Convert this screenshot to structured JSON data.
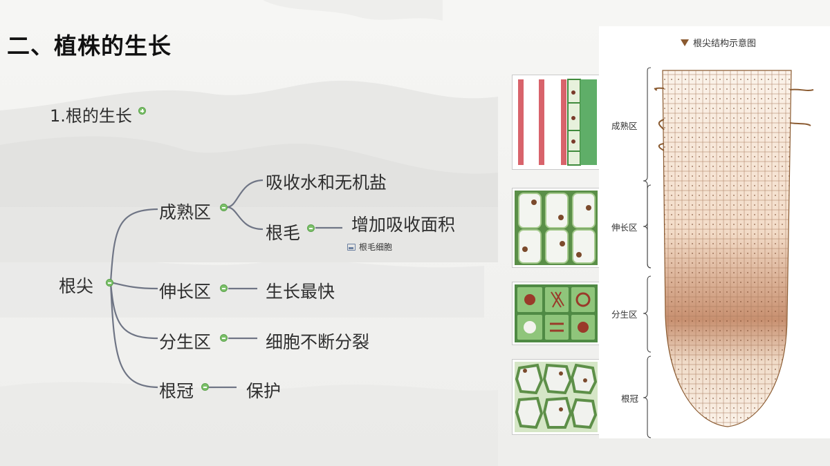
{
  "slide": {
    "title": "二、植株的生长",
    "topic": "1.根的生长"
  },
  "mindmap": {
    "root": "根尖",
    "branches": [
      {
        "label": "成熟区",
        "children": [
          "吸收水和无机盐",
          "根毛"
        ],
        "subchild": "增加吸收面积",
        "note": "根毛细胞"
      },
      {
        "label": "伸长区",
        "child": "生长最快"
      },
      {
        "label": "分生区",
        "child": "细胞不断分裂"
      },
      {
        "label": "根冠",
        "child": "保护"
      }
    ]
  },
  "diagram": {
    "title": "根尖结构示意图",
    "zones": [
      "成熟区",
      "伸长区",
      "分生区",
      "根冠"
    ]
  },
  "colors": {
    "accent_green": "#7cc06a",
    "line": "#6f7585",
    "root_brown": "#8a5a30"
  }
}
